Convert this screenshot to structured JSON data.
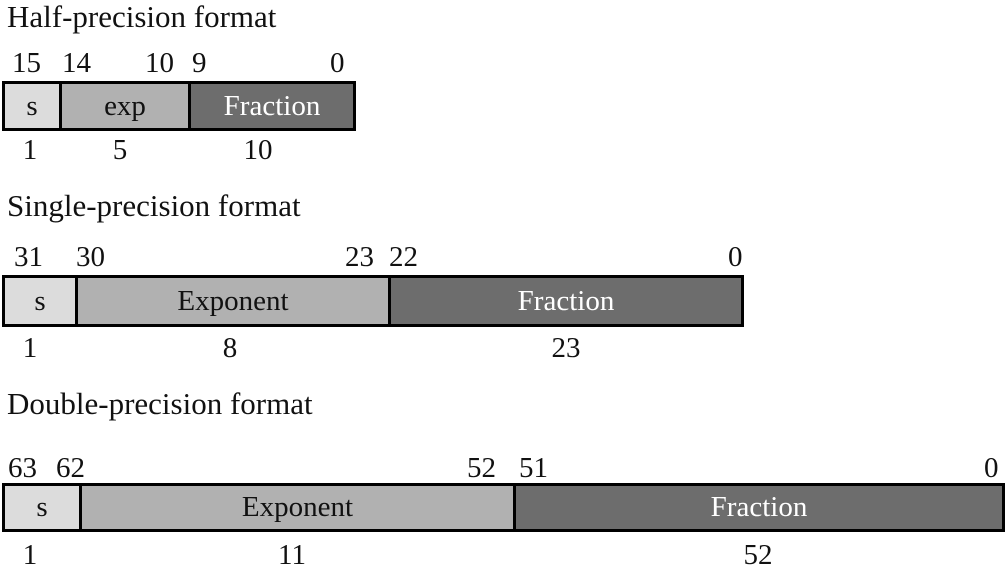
{
  "figure": {
    "background": "#ffffff",
    "colors": {
      "sign_fill": "#dcdcdc",
      "exponent_fill": "#b1b1b1",
      "fraction_fill": "#6d6d6d",
      "border": "#000000",
      "dark_text": "#111111",
      "light_text": "#ffffff"
    },
    "formats": [
      {
        "title": "Half-precision format",
        "total_bits": 16,
        "bit_positions": [
          "15",
          "14",
          "10",
          "9",
          "0"
        ],
        "fields": [
          {
            "label": "s",
            "width_bits": "1"
          },
          {
            "label": "exp",
            "width_bits": "5"
          },
          {
            "label": "Fraction",
            "width_bits": "10"
          }
        ]
      },
      {
        "title": "Single-precision format",
        "total_bits": 32,
        "bit_positions": [
          "31",
          "30",
          "23",
          "22",
          "0"
        ],
        "fields": [
          {
            "label": "s",
            "width_bits": "1"
          },
          {
            "label": "Exponent",
            "width_bits": "8"
          },
          {
            "label": "Fraction",
            "width_bits": "23"
          }
        ]
      },
      {
        "title": "Double-precision format",
        "total_bits": 64,
        "bit_positions": [
          "63",
          "62",
          "52",
          "51",
          "0"
        ],
        "fields": [
          {
            "label": "s",
            "width_bits": "1"
          },
          {
            "label": "Exponent",
            "width_bits": "11"
          },
          {
            "label": "Fraction",
            "width_bits": "52"
          }
        ]
      }
    ]
  }
}
